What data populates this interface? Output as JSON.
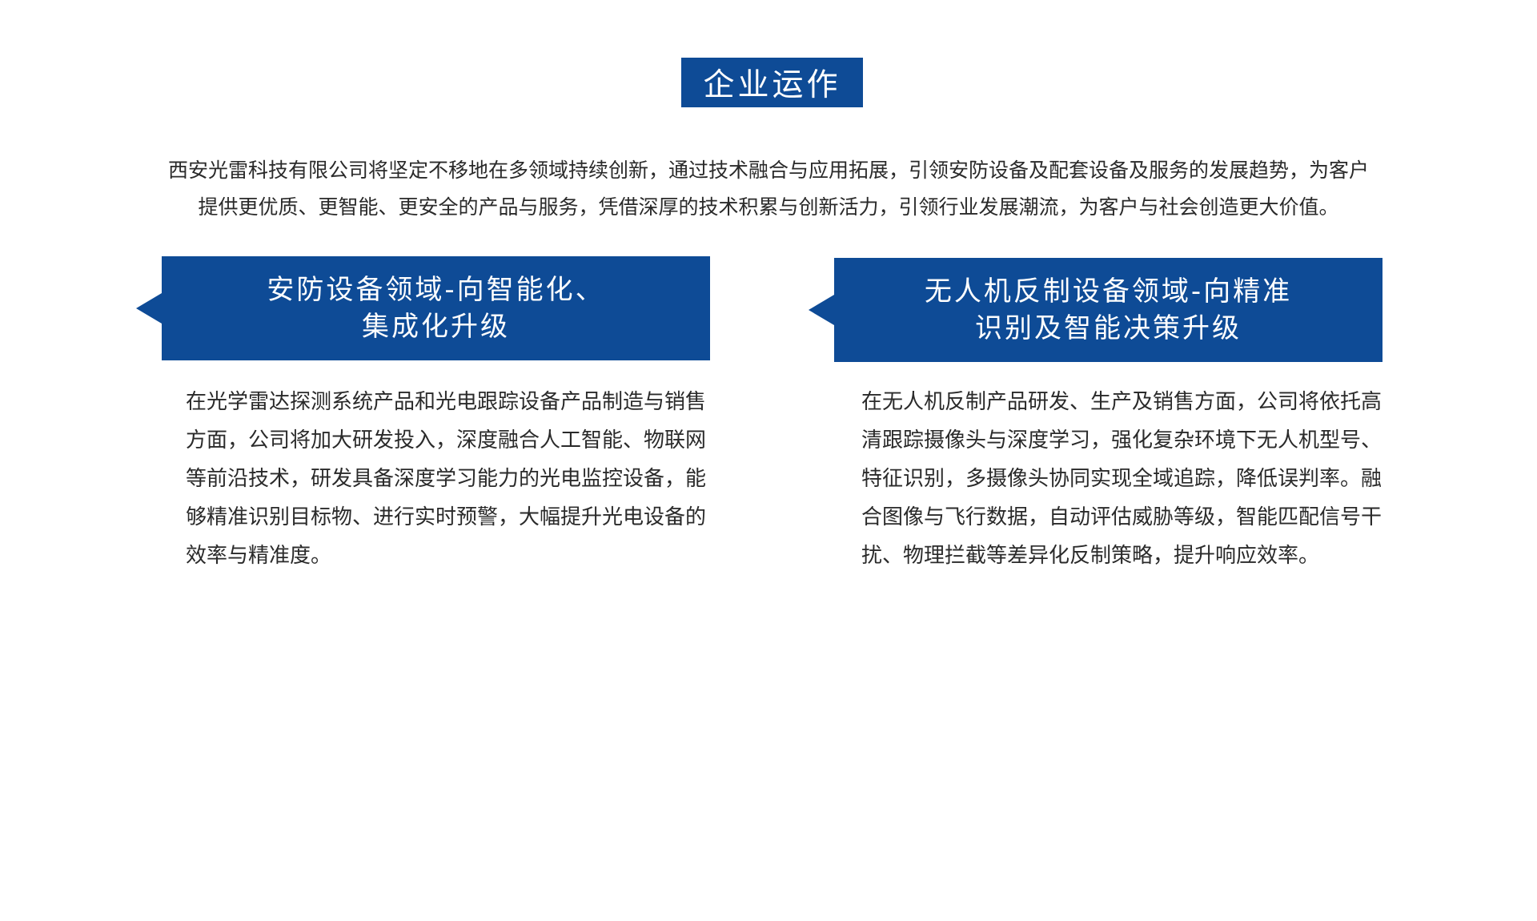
{
  "title": "企业运作",
  "intro": {
    "line1": "西安光雷科技有限公司将坚定不移地在多领域持续创新，通过技术融合与应用拓展，引领安防设备及配套设备及服务的发展趋势，为客户",
    "line2": "提供更优质、更智能、更安全的产品与服务，凭借深厚的技术积累与创新活力，引领行业发展潮流，为客户与社会创造更大价值。"
  },
  "sections": [
    {
      "heading_line1": "安防设备领域-向智能化、",
      "heading_line2": "集成化升级",
      "body": "在光学雷达探测系统产品和光电跟踪设备产品制造与销售方面，公司将加大研发投入，深度融合人工智能、物联网等前沿技术，研发具备深度学习能力的光电监控设备，能够精准识别目标物、进行实时预警，大幅提升光电设备的效率与精准度。"
    },
    {
      "heading_line1": "无人机反制设备领域-向精准",
      "heading_line2": "识别及智能决策升级",
      "body": "在无人机反制产品研发、生产及销售方面，公司将依托高清跟踪摄像头与深度学习，强化复杂环境下无人机型号、特征识别，多摄像头协同实现全域追踪，降低误判率。融合图像与飞行数据，自动评估威胁等级，智能匹配信号干扰、物理拦截等差异化反制策略，提升响应效率。"
    }
  ],
  "colors": {
    "accent": "#0e4b96",
    "text": "#2a2a2a",
    "background": "#ffffff"
  }
}
